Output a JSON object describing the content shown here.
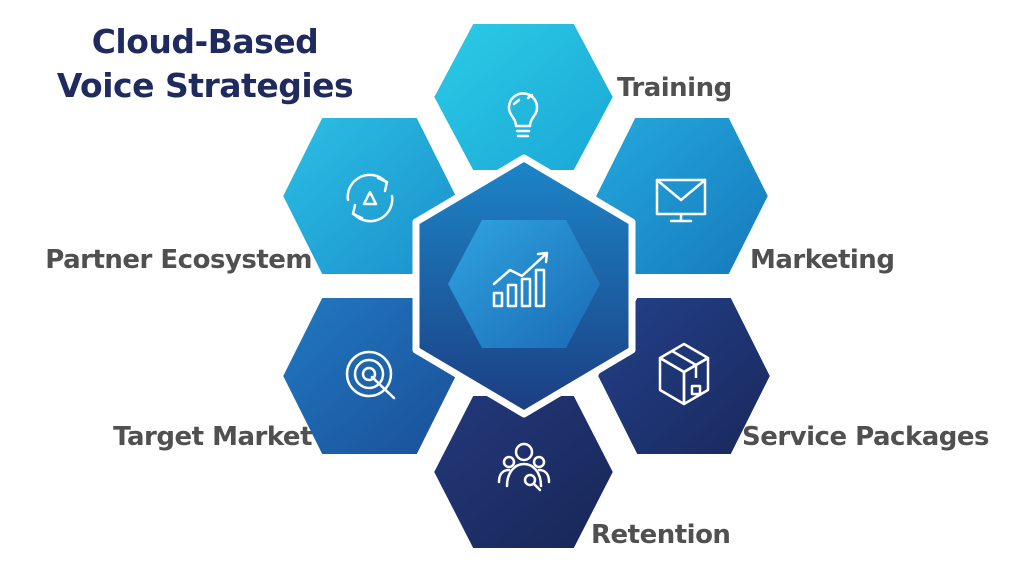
{
  "title": {
    "line1": "Cloud-Based",
    "line2": "Voice Strategies"
  },
  "segments": [
    {
      "label": "Training",
      "icon": "lightbulb-icon",
      "color": "#25b8de"
    },
    {
      "label": "Marketing",
      "icon": "envelope-monitor-icon",
      "color": "#1d93cc"
    },
    {
      "label": "Service Packages",
      "icon": "package-box-icon",
      "color": "#1d3572"
    },
    {
      "label": "Retention",
      "icon": "customer-group-icon",
      "color": "#1c2e68"
    },
    {
      "label": "Target Market",
      "icon": "target-icon",
      "color": "#1f66b0"
    },
    {
      "label": "Partner Ecosystem",
      "icon": "cycle-arrows-icon",
      "color": "#1f9fd4"
    }
  ],
  "center": {
    "icon": "growth-chart-icon",
    "color": "#1d7cc5"
  }
}
